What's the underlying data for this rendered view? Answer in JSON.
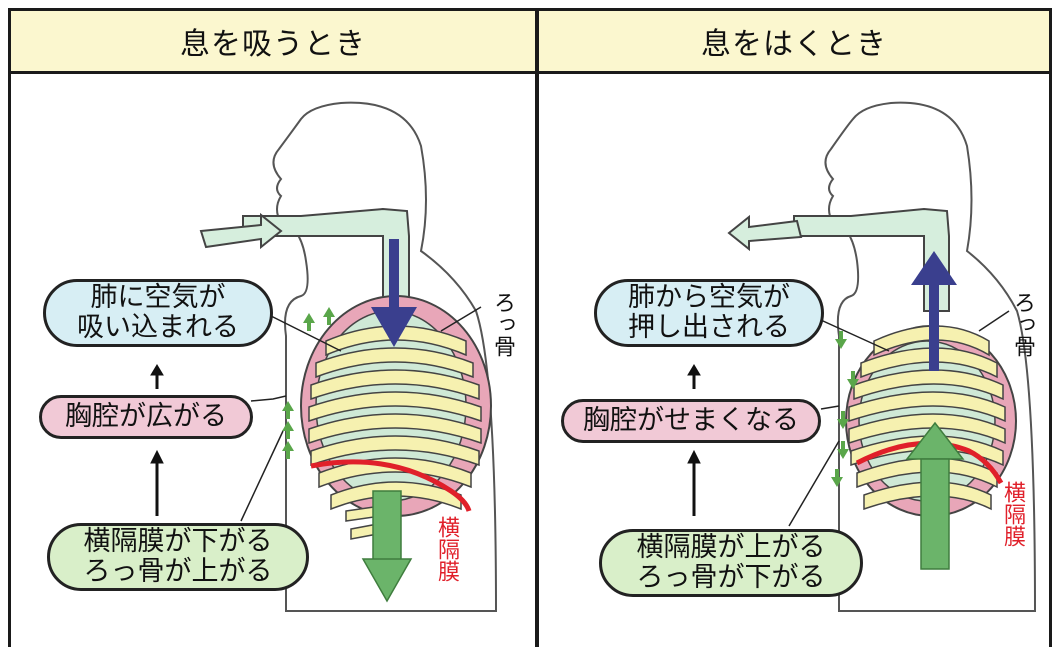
{
  "inhale": {
    "title": "息を吸うとき",
    "lung_air_label_1": "肺に空気が",
    "lung_air_label_2": "吸い込まれる",
    "chest_label": "胸腔が広がる",
    "diaphragm_label_1": "横隔膜が下がる",
    "diaphragm_label_2": "ろっ骨が上がる",
    "rib_label": "ろっ骨",
    "diaphragm_name": "横隔膜"
  },
  "exhale": {
    "title": "息をはくとき",
    "lung_air_label_1": "肺から空気が",
    "lung_air_label_2": "押し出される",
    "chest_label": "胸腔がせまくなる",
    "diaphragm_label_1": "横隔膜が上がる",
    "diaphragm_label_2": "ろっ骨が下がる",
    "rib_label": "ろっ骨",
    "diaphragm_name": "横隔膜"
  },
  "colors": {
    "header_bg": "#fbf7cf",
    "bubble_blue": "#d7eef4",
    "bubble_pink": "#f1c9d6",
    "bubble_green": "#d9efc9",
    "rib_yellow": "#f6f1b0",
    "lung_green": "#cfe9d6",
    "lung_pink": "#e8a6b8",
    "airway": "#d6eedd",
    "diaphragm_red": "#e0202a",
    "air_arrow": "#3a3f8e",
    "diaphragm_arrow": "#6bb46a",
    "small_arrow": "#5aa64a"
  }
}
